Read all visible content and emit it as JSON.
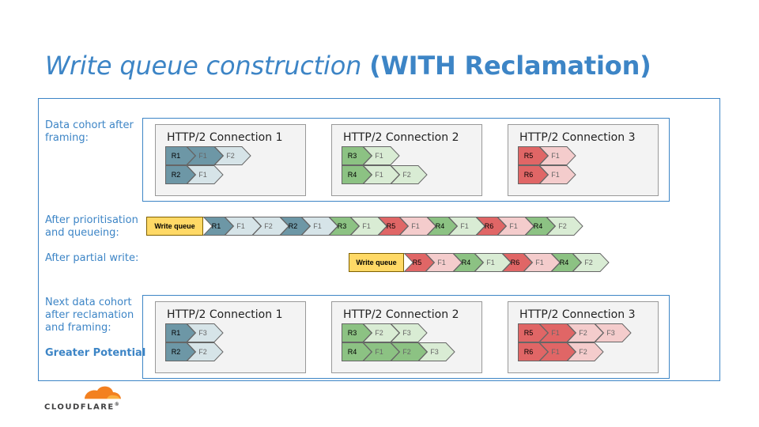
{
  "title": {
    "italic": "Write queue construction",
    "bold": "(WITH Reclamation)"
  },
  "labels": {
    "cohort": "Data cohort after\nframing:",
    "prio": "After prioritisation\nand queueing:",
    "partial": "After partial write:",
    "next": "Next data cohort\nafter reclamation\nand framing:",
    "potential": "Greater Potential"
  },
  "write_queue_label": "Write queue",
  "colors": {
    "R1": {
      "dark": "#6d97a6",
      "light": "#d6e4e8"
    },
    "R2": {
      "dark": "#6d97a6",
      "light": "#d6e4e8"
    },
    "R3": {
      "dark": "#8cc283",
      "light": "#d9ecd4"
    },
    "R4": {
      "dark": "#8cc283",
      "light": "#d9ecd4"
    },
    "R5": {
      "dark": "#e06666",
      "light": "#f4cccc"
    },
    "R6": {
      "dark": "#e06666",
      "light": "#f4cccc"
    },
    "stroke": "#666666",
    "accent": "#3d85c6",
    "write_queue": "#ffd966"
  },
  "cohort_before": [
    {
      "title": "HTTP/2 Connection 1",
      "rows": [
        {
          "req": "R1",
          "frames": [
            {
              "label": "F1",
              "shade": "dark"
            },
            {
              "label": "F2",
              "shade": "light"
            }
          ]
        },
        {
          "req": "R2",
          "frames": [
            {
              "label": "F1",
              "shade": "light"
            }
          ]
        }
      ]
    },
    {
      "title": "HTTP/2 Connection 2",
      "rows": [
        {
          "req": "R3",
          "frames": [
            {
              "label": "F1",
              "shade": "light"
            }
          ]
        },
        {
          "req": "R4",
          "frames": [
            {
              "label": "F1",
              "shade": "light"
            },
            {
              "label": "F2",
              "shade": "light"
            }
          ]
        }
      ]
    },
    {
      "title": "HTTP/2 Connection 3",
      "rows": [
        {
          "req": "R5",
          "frames": [
            {
              "label": "F1",
              "shade": "light"
            }
          ]
        },
        {
          "req": "R6",
          "frames": [
            {
              "label": "F1",
              "shade": "light"
            }
          ]
        }
      ]
    }
  ],
  "queue_full": [
    "R1",
    "F1",
    "F2",
    "R2",
    "F1",
    "R3",
    "F1",
    "R5",
    "F1",
    "R4",
    "F1",
    "R6",
    "F1",
    "R4",
    "F2"
  ],
  "queue_partial": [
    "R5",
    "F1",
    "R4",
    "F1",
    "R6",
    "F1",
    "R4",
    "F2"
  ],
  "cohort_after": [
    {
      "title": "HTTP/2 Connection 1",
      "rows": [
        {
          "req": "R1",
          "frames": [
            {
              "label": "F3",
              "shade": "light"
            }
          ]
        },
        {
          "req": "R2",
          "frames": [
            {
              "label": "F2",
              "shade": "light"
            }
          ]
        }
      ]
    },
    {
      "title": "HTTP/2 Connection 2",
      "rows": [
        {
          "req": "R3",
          "frames": [
            {
              "label": "F2",
              "shade": "light"
            },
            {
              "label": "F3",
              "shade": "light"
            }
          ]
        },
        {
          "req": "R4",
          "frames": [
            {
              "label": "F1",
              "shade": "dark"
            },
            {
              "label": "F2",
              "shade": "dark"
            },
            {
              "label": "F3",
              "shade": "light"
            }
          ]
        }
      ]
    },
    {
      "title": "HTTP/2 Connection 3",
      "rows": [
        {
          "req": "R5",
          "frames": [
            {
              "label": "F1",
              "shade": "dark"
            },
            {
              "label": "F2",
              "shade": "light"
            },
            {
              "label": "F3",
              "shade": "light"
            }
          ]
        },
        {
          "req": "R6",
          "frames": [
            {
              "label": "F1",
              "shade": "dark"
            },
            {
              "label": "F2",
              "shade": "light"
            }
          ]
        }
      ]
    }
  ],
  "logo": {
    "text": "CLOUDFLARE",
    "trademark": "®"
  }
}
